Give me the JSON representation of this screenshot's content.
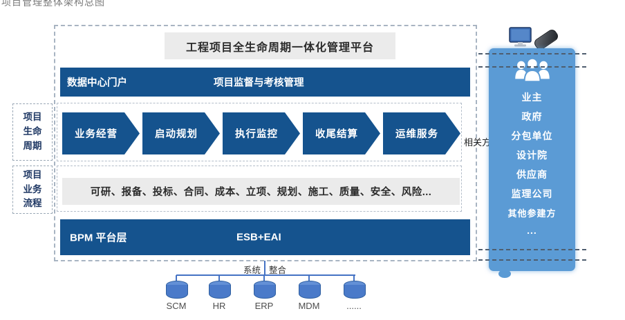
{
  "page": {
    "corner_title": "项目管理整体架构总图"
  },
  "platform": {
    "title": "工程项目全生命周期一体化管理平台"
  },
  "portal_bar": {
    "left_label": "数据中心门户",
    "right_label": "项目监督与考核管理"
  },
  "lifecycle": {
    "section_label_lines": [
      "项目",
      "生命",
      "周期"
    ],
    "stages": [
      "业务经营",
      "启动规划",
      "执行监控",
      "收尾结算",
      "运维服务"
    ]
  },
  "process": {
    "section_label_lines": [
      "项目",
      "业务",
      "流程"
    ],
    "items_text": "可研、报备、投标、合同、成本、立项、规划、施工、质量、安全、风险..."
  },
  "platform_layer": {
    "left_label": "BPM  平台层",
    "right_label": "ESB+EAI"
  },
  "integration": {
    "label_left": "系统",
    "label_right": "整合",
    "systems": [
      "SCM",
      "HR",
      "ERP",
      "MDM",
      "......"
    ]
  },
  "stakeholders": {
    "tag": "相关方",
    "items": [
      "业主",
      "政府",
      "分包单位",
      "设计院",
      "供应商",
      "监理公司",
      "其他参建方",
      "..."
    ]
  },
  "icons": {
    "monitor": "monitor-icon",
    "phone": "smartphone-icon",
    "people": "people-group-icon",
    "database": "database-cylinder-icon"
  },
  "colors": {
    "dark_blue": "#15538e",
    "panel_blue": "#5b9bd5",
    "cylinder_blue": "#4472c4",
    "gray_box": "#ebebeb",
    "dashed_border": "#a8b4c2",
    "navy_text": "#1f3864"
  }
}
